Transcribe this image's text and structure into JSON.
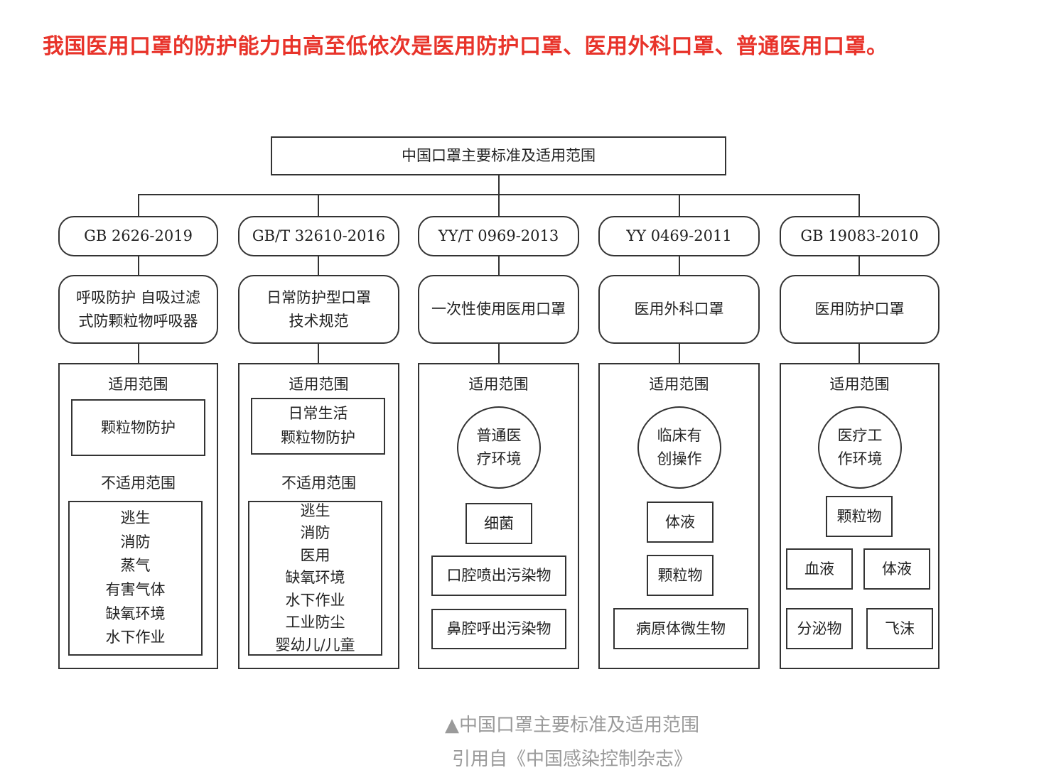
{
  "headline": "我国医用口罩的防护能力由高至低依次是医用防护口罩、医用外科口罩、普通医用口罩。",
  "diagram": {
    "root": "中国口罩主要标准及适用范围",
    "columns": [
      {
        "standard": "GB 2626-2019",
        "name": "呼吸防护 自吸过滤\n式防颗粒物呼吸器",
        "scope_label": "适用范围",
        "scope": "颗粒物防护",
        "not_scope_label": "不适用范围",
        "not_scope": [
          "逃生",
          "消防",
          "蒸气",
          "有害气体",
          "缺氧环境",
          "水下作业"
        ]
      },
      {
        "standard": "GB/T 32610-2016",
        "name": "日常防护型口罩\n技术规范",
        "scope_label": "适用范围",
        "scope": "日常生活\n颗粒物防护",
        "not_scope_label": "不适用范围",
        "not_scope": [
          "逃生",
          "消防",
          "医用",
          "缺氧环境",
          "水下作业",
          "工业防尘",
          "婴幼儿/儿童"
        ]
      },
      {
        "standard": "YY/T 0969-2013",
        "name": "一次性使用医用口罩",
        "scope_label": "适用范围",
        "environment": "普通医\n疗环境",
        "items": [
          "细菌",
          "口腔喷出污染物",
          "鼻腔呼出污染物"
        ]
      },
      {
        "standard": "YY 0469-2011",
        "name": "医用外科口罩",
        "scope_label": "适用范围",
        "environment": "临床有\n创操作",
        "items": [
          "体液",
          "颗粒物",
          "病原体微生物"
        ]
      },
      {
        "standard": "GB 19083-2010",
        "name": "医用防护口罩",
        "scope_label": "适用范围",
        "environment": "医疗工\n作环境",
        "items": [
          "颗粒物",
          "血液",
          "体液",
          "分泌物",
          "飞沫"
        ]
      }
    ]
  },
  "caption": {
    "line1": "▲中国口罩主要标准及适用范围",
    "line2": "引用自《中国感染控制杂志》"
  }
}
